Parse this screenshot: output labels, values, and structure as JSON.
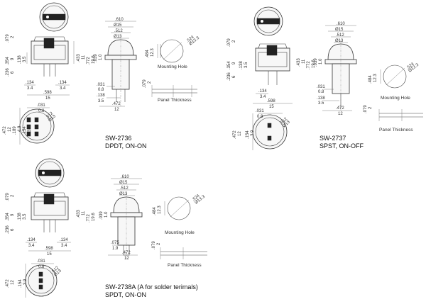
{
  "switches": [
    {
      "model": "SW-2736",
      "description": "DPDT, ON-ON",
      "front_dims": [
        ".079",
        "2",
        ".354",
        "9",
        ".236",
        "6",
        ".138",
        "3.5",
        ".433",
        "11",
        ".772",
        "19.6",
        ".134",
        "3.4",
        ".134",
        "3.4",
        ".598",
        "15"
      ],
      "side_dims": [
        ".610",
        "Ø15",
        ".512",
        "Ø13",
        ".039",
        "1.0",
        ".031",
        "0.8",
        ".138",
        "3.5",
        ".472",
        "12"
      ],
      "bottom_dims": [
        ".031",
        "0.8",
        ".472",
        "12",
        ".189",
        "4.8",
        ".154",
        "3.9",
        ".512",
        "Ø13"
      ],
      "mounting_hole": {
        "label": "Mounting Hole",
        "dims": [
          ".484",
          "12.3",
          ".524",
          "Ø13.3"
        ]
      },
      "panel": {
        "label": "Panel Thickness",
        "dims": [
          ".079",
          "2"
        ]
      }
    },
    {
      "model": "SW-2737",
      "description": "SPST, ON-OFF",
      "front_dims": [
        ".079",
        "2",
        ".354",
        "9",
        ".236",
        "6",
        ".138",
        "3.5",
        ".433",
        "11",
        ".772",
        "19.6",
        ".134",
        "3.4",
        ".598",
        "15"
      ],
      "side_dims": [
        ".610",
        "Ø15",
        ".512",
        "Ø13",
        ".039",
        "1.0",
        ".031",
        "0.8",
        ".138",
        "3.5",
        ".472",
        "12"
      ],
      "bottom_dims": [
        ".031",
        "0.8",
        ".472",
        "12",
        ".154",
        "3.9",
        ".512",
        "Ø13"
      ],
      "mounting_hole": {
        "label": "Mounting Hole",
        "dims": [
          ".484",
          "12.3",
          ".524",
          "Ø13.3"
        ]
      },
      "panel": {
        "label": "Panel Thickness",
        "dims": [
          ".079",
          "2"
        ]
      }
    },
    {
      "model": "SW-2738A  (A for solder terimals)",
      "description": "SPDT, ON-ON",
      "front_dims": [
        ".079",
        "2",
        ".354",
        "9",
        ".236",
        "6",
        ".138",
        "3.5",
        ".433",
        "11",
        ".772",
        "19.6",
        ".134",
        "3.4",
        ".134",
        "3.4",
        ".598",
        "15"
      ],
      "side_dims": [
        ".610",
        "Ø15",
        ".512",
        "Ø13",
        ".039",
        "1.0",
        ".075",
        "1.9",
        ".472",
        "12"
      ],
      "bottom_dims": [
        ".031",
        "0.8",
        ".472",
        "12",
        ".154",
        "3.9",
        ".512",
        "Ø13"
      ],
      "mounting_hole": {
        "label": "Mounting Hole",
        "dims": [
          ".484",
          "12.3",
          ".524",
          "Ø13.3"
        ]
      },
      "panel": {
        "label": "Panel Thickness",
        "dims": [
          ".079",
          "2"
        ]
      }
    }
  ]
}
